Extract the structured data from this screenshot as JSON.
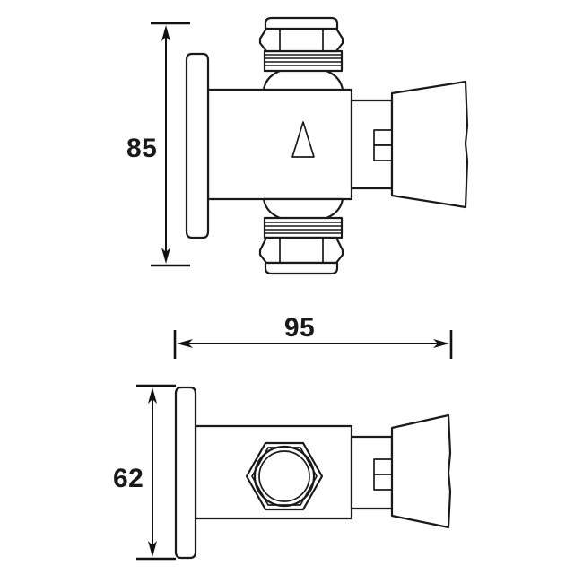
{
  "document": {
    "type": "engineering-drawing",
    "background_color": "#ffffff",
    "line_color": "#1a1a1a",
    "units": "mm"
  },
  "dimensions": {
    "height_top_view": "85",
    "width_bottom_view": "95",
    "height_bottom_view": "62"
  },
  "views": [
    {
      "name": "top-view",
      "description": "angle valve side elevation with hex nuts",
      "dimension_label": "85",
      "parts": [
        "wall-flange",
        "valve-body",
        "upper-hex-nut",
        "lower-hex-nut",
        "valve-stem",
        "handle-knob",
        "triangle-marker"
      ]
    },
    {
      "name": "bottom-view",
      "description": "angle valve front elevation with hexagon nut face",
      "dimension_labels": [
        "95",
        "62"
      ],
      "parts": [
        "wall-flange",
        "valve-body",
        "hex-nut-face",
        "valve-stem",
        "handle-knob"
      ]
    }
  ]
}
